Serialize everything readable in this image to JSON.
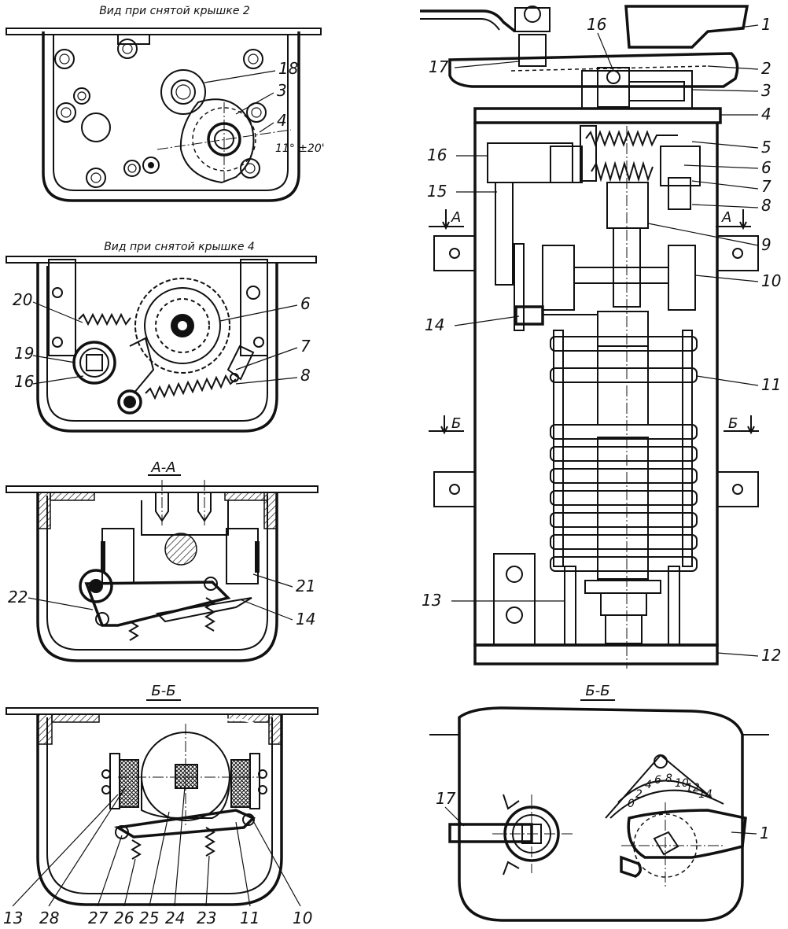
{
  "views": {
    "cover2_caption": "Вид при снятой крышке 2",
    "cover4_caption": "Вид при снятой крышке 4",
    "section_aa": "А-А",
    "section_bb_left": "Б-Б",
    "section_bb_right": "Б-Б",
    "angle_note": "11° ±20'"
  },
  "section_marks": {
    "a_left": "А",
    "a_right": "А",
    "b_left": "Б",
    "b_right": "Б"
  },
  "scale_ticks": [
    "0",
    "2",
    "4",
    "6",
    "8",
    "10",
    "12",
    "14"
  ],
  "labels": {
    "v1_18": "18",
    "v1_3": "3",
    "v1_4": "4",
    "v2_20": "20",
    "v2_6": "6",
    "v2_19": "19",
    "v2_7": "7",
    "v2_16": "16",
    "v2_8": "8",
    "v3_22": "22",
    "v3_21": "21",
    "v3_14": "14",
    "v4_13": "13",
    "v4_28": "28",
    "v4_27": "27",
    "v4_26": "26",
    "v4_25": "25",
    "v4_24": "24",
    "v4_23": "23",
    "v4_11": "11",
    "v4_10": "10",
    "r_1": "1",
    "r_17": "17",
    "r_16a": "16",
    "r_2": "2",
    "r_3": "3",
    "r_4": "4",
    "r_16b": "16",
    "r_5": "5",
    "r_6": "6",
    "r_15": "15",
    "r_7": "7",
    "r_8": "8",
    "r_9": "9",
    "r_10": "10",
    "r_14": "14",
    "r_11": "11",
    "r_13": "13",
    "r_12": "12",
    "b_17": "17",
    "b_1": "1"
  }
}
